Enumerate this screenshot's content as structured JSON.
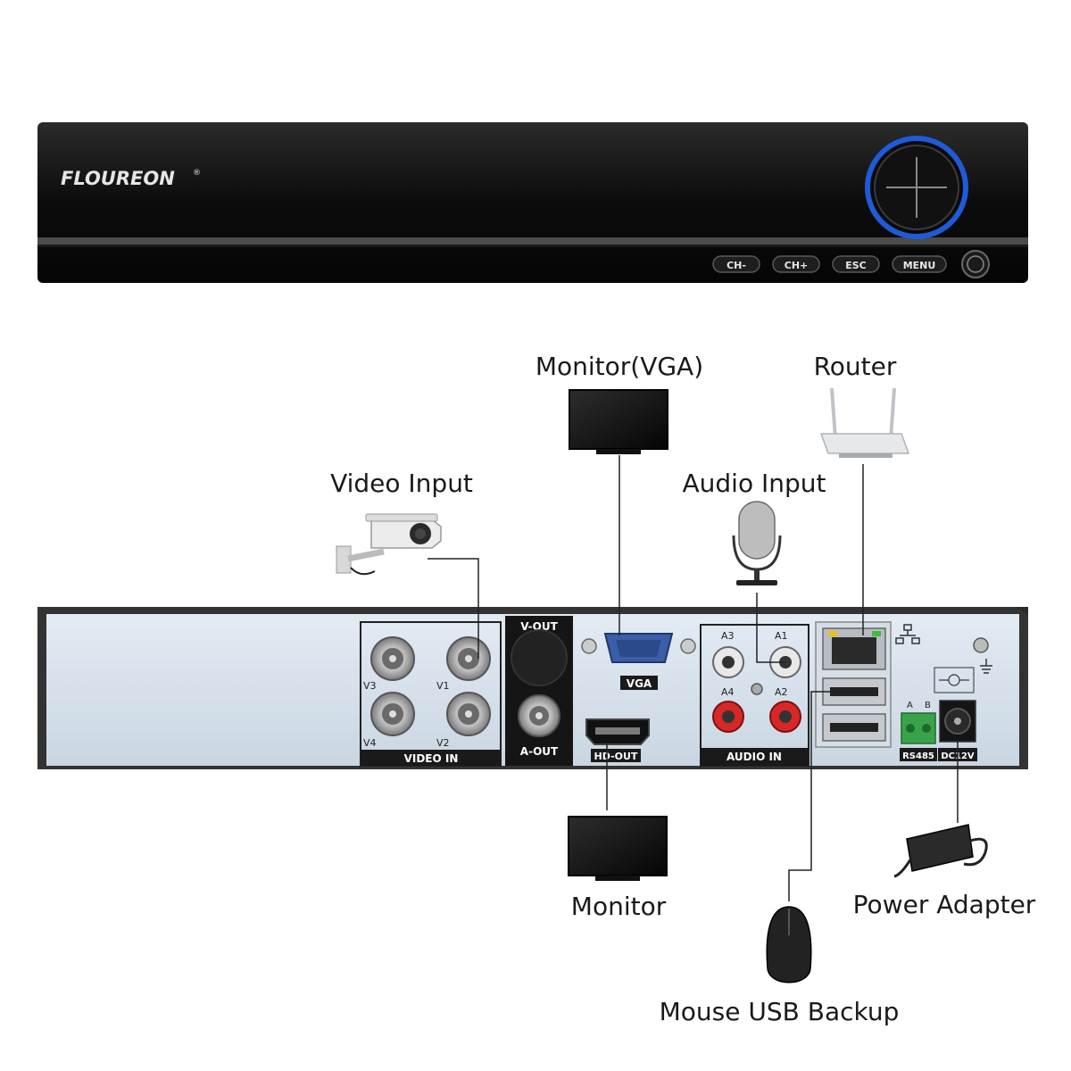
{
  "front_panel": {
    "brand": "FLOUREON",
    "brand_mark": "®",
    "buttons": [
      "CH-",
      "CH+",
      "ESC",
      "MENU"
    ],
    "accent_color": "#1f5ad8"
  },
  "callouts": {
    "monitor_vga": "Monitor(VGA)",
    "router": "Router",
    "video_input": "Video Input",
    "audio_input": "Audio Input",
    "monitor": "Monitor",
    "power_adapter": "Power Adapter",
    "mouse_usb": "Mouse USB Backup"
  },
  "rear_panel": {
    "video_in": {
      "title": "VIDEO IN",
      "channels": [
        "V3",
        "V1",
        "V4",
        "V2"
      ]
    },
    "v_out": "V-OUT",
    "a_out": "A-OUT",
    "vga": "VGA",
    "hd_out": "HD-OUT",
    "audio_in": {
      "title": "AUDIO IN",
      "channels": [
        "A3",
        "A1",
        "A4",
        "A2"
      ]
    },
    "rs485": {
      "label": "RS485",
      "pins": [
        "A",
        "B"
      ]
    },
    "dc": "DC12V"
  }
}
